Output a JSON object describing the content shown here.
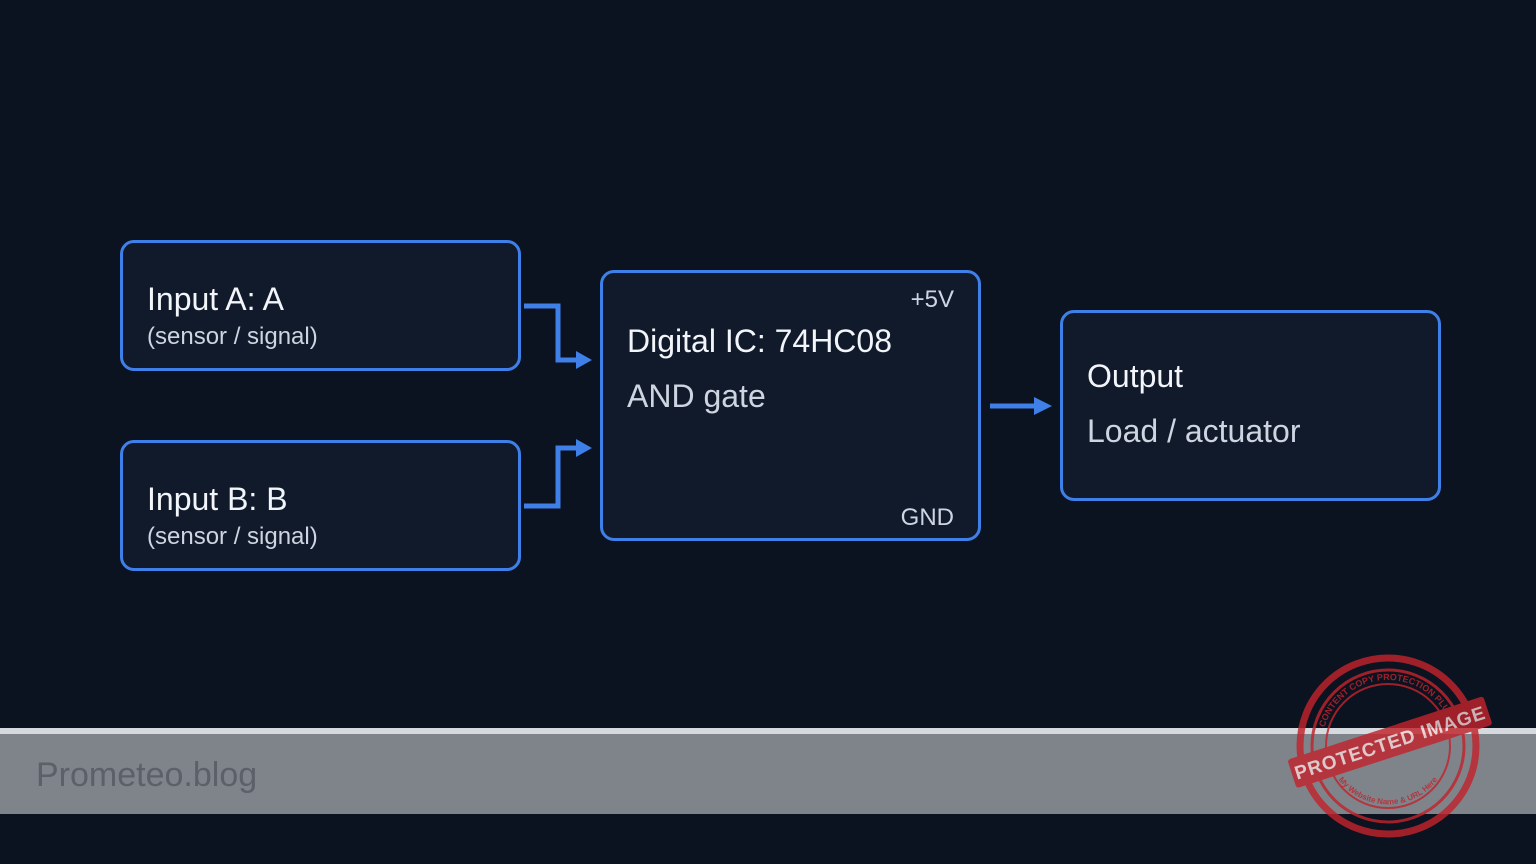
{
  "input_a": {
    "title": "Input A: A",
    "subtitle": "(sensor / signal)"
  },
  "input_b": {
    "title": "Input B: B",
    "subtitle": "(sensor / signal)"
  },
  "ic": {
    "power_pin": "+5V",
    "title": "Digital IC: 74HC08",
    "subtitle": "AND gate",
    "ground_pin": "GND"
  },
  "output": {
    "title": "Output",
    "subtitle": "Load / actuator"
  },
  "footer": {
    "site": "Prometeo.blog"
  },
  "watermark": {
    "main": "PROTECTED IMAGE",
    "ring": "CONTENT COPY PROTECTION PLUGIN",
    "bottom": "My Website Name & URL Here"
  },
  "colors": {
    "background": "#0b1220",
    "accent": "#3f7fe8",
    "box_fill": "#111a2b",
    "footer_bar": "#7f848b",
    "stamp": "#c0242c"
  }
}
